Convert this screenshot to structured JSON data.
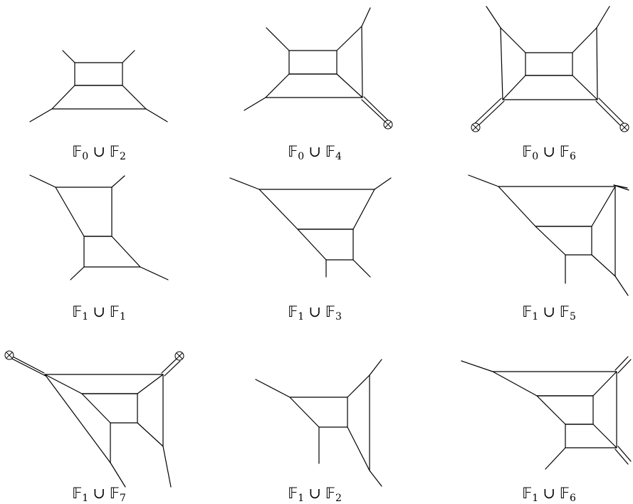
{
  "diagrams": [
    {
      "first": {
        "letter": "𝔽",
        "index": "0"
      },
      "operator": "∪",
      "second": {
        "letter": "𝔽",
        "index": "2"
      }
    },
    {
      "first": {
        "letter": "𝔽",
        "index": "0"
      },
      "operator": "∪",
      "second": {
        "letter": "𝔽",
        "index": "4"
      }
    },
    {
      "first": {
        "letter": "𝔽",
        "index": "0"
      },
      "operator": "∪",
      "second": {
        "letter": "𝔽",
        "index": "6"
      }
    },
    {
      "first": {
        "letter": "𝔽",
        "index": "1"
      },
      "operator": "∪",
      "second": {
        "letter": "𝔽",
        "index": "1"
      }
    },
    {
      "first": {
        "letter": "𝔽",
        "index": "1"
      },
      "operator": "∪",
      "second": {
        "letter": "𝔽",
        "index": "3"
      }
    },
    {
      "first": {
        "letter": "𝔽",
        "index": "1"
      },
      "operator": "∪",
      "second": {
        "letter": "𝔽",
        "index": "5"
      }
    },
    {
      "first": {
        "letter": "𝔽",
        "index": "1"
      },
      "operator": "∪",
      "second": {
        "letter": "𝔽",
        "index": "7"
      }
    },
    {
      "first": {
        "letter": "𝔽",
        "index": "1"
      },
      "operator": "∪",
      "second": {
        "letter": "𝔽",
        "index": "2"
      }
    },
    {
      "first": {
        "letter": "𝔽",
        "index": "1"
      },
      "operator": "∪",
      "second": {
        "letter": "𝔽",
        "index": "6"
      }
    }
  ],
  "marker_icon": "circled-times-icon",
  "line_color": "#000000",
  "background_color": "#ffffff"
}
